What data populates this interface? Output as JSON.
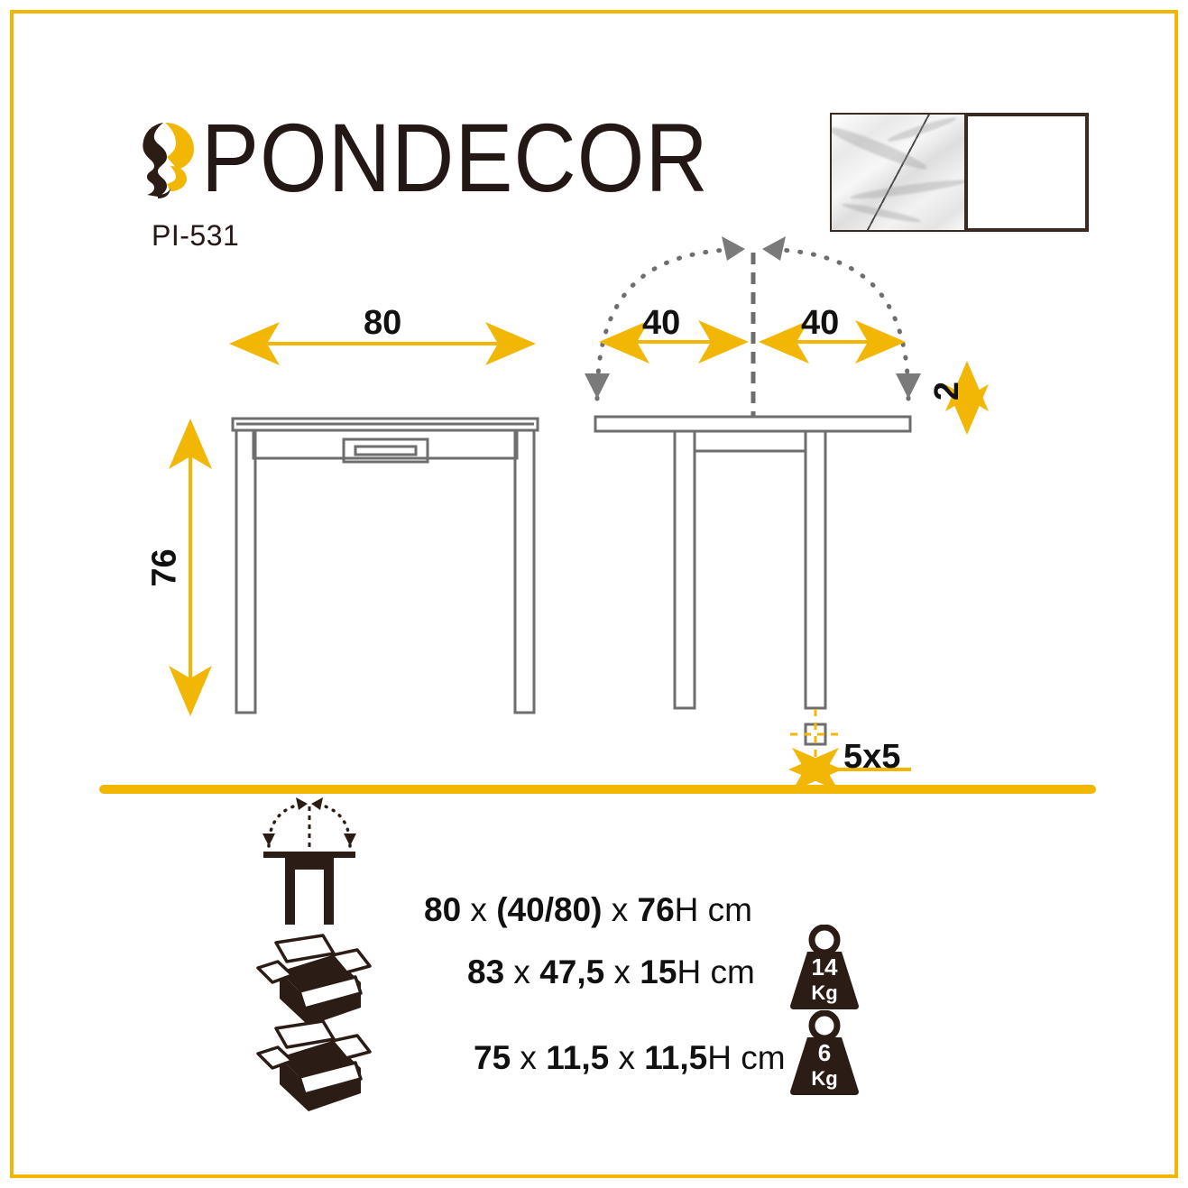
{
  "brand": {
    "name": "PONDECOR",
    "logo_mark_icon": "pondecor-logo-mark",
    "brand_dark": "#231815",
    "brand_yellow": "#F2B705"
  },
  "model": {
    "code": "PI-531"
  },
  "swatches": [
    {
      "name": "marble-finish-swatch",
      "label": ""
    },
    {
      "name": "white-finish-swatch",
      "label": ""
    }
  ],
  "drawings": {
    "front_view": {
      "name": "front-view-drawing",
      "width_dimension": "80",
      "height_dimension": "76"
    },
    "side_view": {
      "name": "side-view-drawing",
      "leaf_left_dimension": "40",
      "leaf_right_dimension": "40",
      "top_thickness_dimension": "2",
      "leg_section_dimension": "5x5"
    }
  },
  "specs": [
    {
      "icon": "drop-leaf-table-icon",
      "text_html": "<b>80</b> x <b>(40/80)</b> x <b>76</b>H cm",
      "text_plain": "80 x (40/80) x 76H cm",
      "weight": null
    },
    {
      "icon": "open-box-icon",
      "text_html": "<b>83</b> x <b>47,5</b> x <b>15</b>H cm",
      "text_plain": "83 x 47,5 x 15H cm",
      "weight": {
        "value": "14",
        "unit": "Kg"
      }
    },
    {
      "icon": "open-box-icon",
      "text_html": "<b>75</b> x <b>11,5</b> x <b>11,5</b>H cm",
      "text_plain": "75 x 11,5 x 11,5H cm",
      "weight": {
        "value": "6",
        "unit": "Kg"
      }
    }
  ]
}
